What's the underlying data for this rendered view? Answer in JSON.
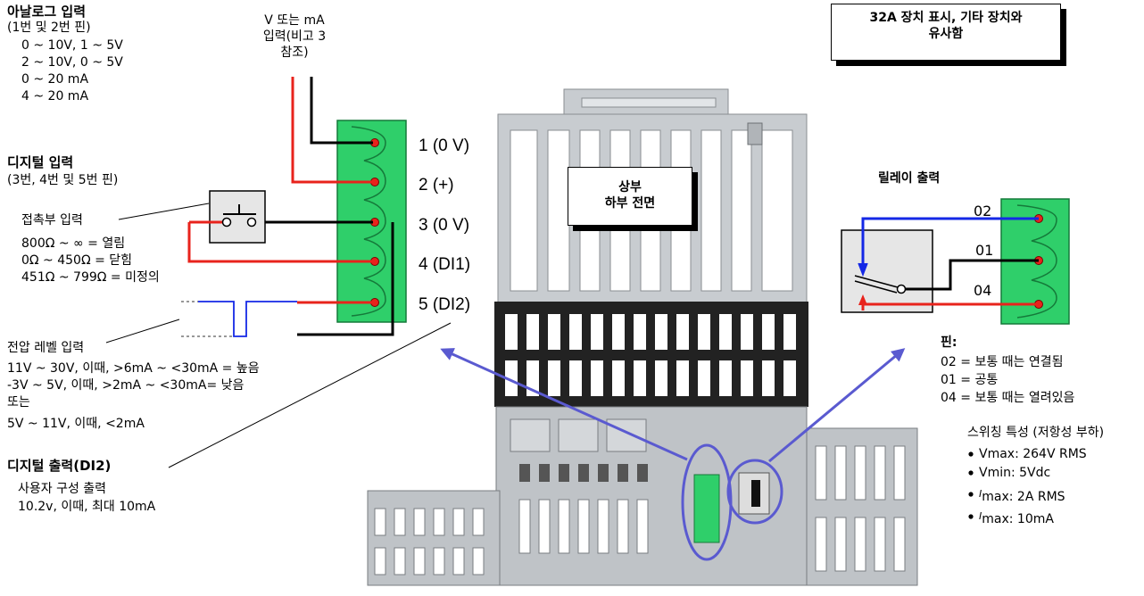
{
  "analog": {
    "title": "아날로그 입력",
    "subtitle": "(1번 및 2번 핀)",
    "ranges": [
      "0 ~ 10V, 1 ~ 5V",
      "2 ~ 10V, 0 ~ 5V",
      "0 ~ 20 mA",
      "4 ~ 20 mA"
    ]
  },
  "vma_label": [
    "V 또는 mA",
    "입력(비고 3",
    "참조)"
  ],
  "digital_input": {
    "title": "디지털 입력",
    "subtitle": "(3번, 4번 및 5번 핀)"
  },
  "contact": {
    "title": "접촉부 입력",
    "lines": [
      "800Ω ~ ∞ = 열림",
      "0Ω ~ 450Ω = 닫힘",
      "451Ω ~ 799Ω = 미정의"
    ]
  },
  "voltage_level": {
    "title": "전압 레벨 입력",
    "lines": [
      "11V ~ 30V, 이때, >6mA ~ <30mA = 높음",
      "-3V ~ 5V, 이때, >2mA ~ <30mA= 낮음",
      "또는",
      "5V ~ 11V, 이때, <2mA"
    ]
  },
  "digital_output": {
    "title": "디지털 출력(DI2)",
    "lines": [
      "사용자 구성 출력",
      "10.2v, 이때, 최대 10mA"
    ]
  },
  "pins": [
    "1 (0 V)",
    "2 (+)",
    "3 (0 V)",
    "4 (DI1)",
    "5 (DI2)"
  ],
  "note_box": [
    "32A 장치 표시, 기타 장치와",
    "유사함"
  ],
  "center_box": [
    "상부",
    "하부 전면"
  ],
  "relay": {
    "title": "릴레이 출력",
    "pin_labels": [
      "02",
      "01",
      "04"
    ],
    "legend_title": "핀:",
    "legend": [
      "02 = 보통 때는 연결됨",
      "01 = 공통",
      "04 = 보통 때는 열려있음"
    ]
  },
  "switching": {
    "title": "스위칭 특성 (저항성 부하)",
    "items": [
      "Vmax: 264V RMS",
      "Vmin: 5Vdc",
      "max: 2A RMS",
      "max: 10mA"
    ],
    "italic_prefix": [
      "",
      "",
      "I",
      "I"
    ]
  },
  "colors": {
    "wire_red": "#e8231c",
    "wire_blue": "#1428e6",
    "terminal_green": "#2fcf6a",
    "arrow": "#5a5ad0",
    "device_gray": "#c8ccd0",
    "device_dark": "#222222"
  }
}
